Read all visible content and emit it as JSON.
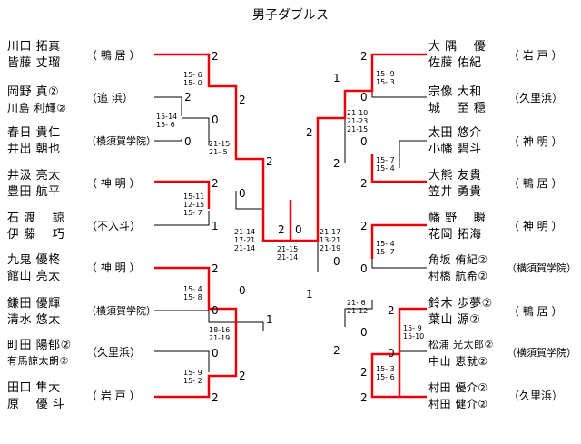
{
  "title": "男子ダブルス",
  "left_pairs": [
    {
      "p1": "川口 拓真",
      "p2": "皆藤 丈瑠",
      "team": "（ 鴨 居 ）"
    },
    {
      "p1": "岡野 真②",
      "p2": "川島 利輝②",
      "team": "（追 浜）"
    },
    {
      "p1": "春日 貴仁",
      "p2": "井出 朝也",
      "team": "（横須賀学院）"
    },
    {
      "p1": "井汲 亮太",
      "p2": "豊田 航平",
      "team": "（ 神 明 ）"
    },
    {
      "p1": "石 渡　 諒",
      "p2": "伊 藤　 巧",
      "team": "（不入斗）"
    },
    {
      "p1": "九鬼 優柊",
      "p2": "館山 亮太",
      "team": "（ 神 明 ）"
    },
    {
      "p1": "鎌田 優輝",
      "p2": "清水 悠太",
      "team": "（横須賀学院）"
    },
    {
      "p1": "町田 陽郁②",
      "p2": "有馬諒太朗②",
      "team": "（久里浜）"
    },
    {
      "p1": "田口 隼大",
      "p2": "原　 優 斗",
      "team": "（ 岩 戸 ）"
    }
  ],
  "right_pairs": [
    {
      "p1": "大 隅　 優",
      "p2": "佐藤 佑紀",
      "team": "（ 岩 戸 ）"
    },
    {
      "p1": "宗像 大和",
      "p2": "城　 至 穏",
      "team": "（久里浜）"
    },
    {
      "p1": "太田 悠介",
      "p2": "小幡 碧斗",
      "team": "（ 神 明 ）"
    },
    {
      "p1": "大熊 友貴",
      "p2": "笠井 勇貴",
      "team": "（ 鴨 居 ）"
    },
    {
      "p1": "幡 野　 瞬",
      "p2": "花岡 拓海",
      "team": "（ 神 明 ）"
    },
    {
      "p1": "角坂 侑紀②",
      "p2": "村橋 航希②",
      "team": "（横須賀学院）"
    },
    {
      "p1": "鈴木 歩夢②",
      "p2": "葉山 源②",
      "team": "（ 鴨 居 ）"
    },
    {
      "p1": "松浦 光太郎②",
      "p2": "中山 恵就②",
      "team": "（横須賀学院）"
    },
    {
      "p1": "村田 優介②",
      "p2": "村田 健介②",
      "team": "（久里浜）"
    }
  ],
  "left_results": {
    "r1_a": [
      "2",
      "0"
    ],
    "r1_b": [
      "2",
      "0"
    ],
    "r1_c": [
      "2",
      "0"
    ],
    "r1_d": [
      "2",
      "0"
    ],
    "r1_pre": [
      "2",
      "0"
    ],
    "r1_pre_note": "0",
    "r2_top": [
      "2",
      "0"
    ],
    "r2_bottom": [
      "2",
      "0"
    ],
    "r3_top": "2",
    "r3_bottom": "2",
    "r3_bottom_lose": "1",
    "r4": [
      "2",
      "1"
    ],
    "r2_1": "1",
    "r2_1_low": "0"
  },
  "right_results": {
    "qf_top": [
      "2",
      "0"
    ],
    "qf_second": [
      "2",
      "0"
    ],
    "qf_third": [
      "2",
      "0"
    ],
    "sf_top": [
      "1",
      "2"
    ],
    "mid": [
      "2",
      "1"
    ],
    "pre": [
      "2",
      "0"
    ],
    "pre_low": "0",
    "qf_low": [
      "2",
      "0"
    ],
    "final_right": "2"
  },
  "center_results": {
    "left": "2",
    "right": "0"
  },
  "scores": {
    "l_m1": [
      "15- 6",
      "15- 0"
    ],
    "l_m2": [
      "15-14",
      "15- 6"
    ],
    "l_m3": [
      "15-11",
      "12-15",
      "15- 7"
    ],
    "l_sf1": [
      "21-15",
      "21- 5"
    ],
    "l_m5": [
      "15- 4",
      "15- 8"
    ],
    "l_m6": [
      "18-16",
      "21-19"
    ],
    "l_m7": [
      "15- 9",
      "15- 2"
    ],
    "l_sf2": [
      "21-14",
      "17-21",
      "21-14"
    ],
    "final": [
      "21-15",
      "21-14"
    ],
    "r_sf1": [
      "21-17",
      "13-21",
      "21-19"
    ],
    "r_m1": [
      "15- 9",
      "15- 3"
    ],
    "r_q1": [
      "21-10",
      "21-23",
      "21-15"
    ],
    "r_m2": [
      "15- 7",
      "15- 4"
    ],
    "r_m3": [
      "15- 4",
      "15- 7"
    ],
    "r_q2": [
      "21- 6",
      "21-12"
    ],
    "r_m4": [
      "15- 9",
      "15-10"
    ],
    "r_m5": [
      "15- 3",
      "15- 6"
    ]
  },
  "colors": {
    "win": "#e8000b",
    "lose": "#000000"
  }
}
